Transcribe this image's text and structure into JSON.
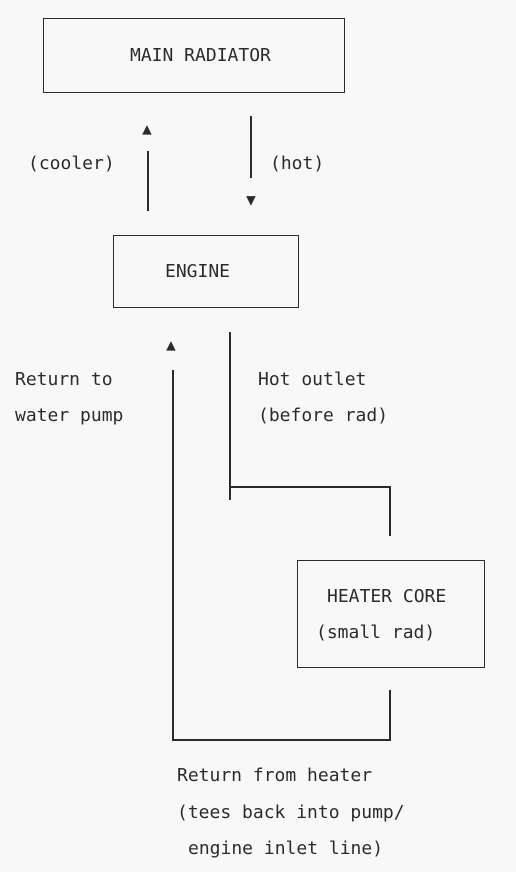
{
  "boxes": {
    "main_radiator": "MAIN RADIATOR",
    "engine": "ENGINE",
    "heater_core_line1": "HEATER CORE",
    "heater_core_line2": "(small rad)"
  },
  "labels": {
    "cooler": "(cooler)",
    "hot": "(hot)",
    "return_to_line1": "Return to",
    "return_to_line2": "water pump",
    "hot_outlet_line1": "Hot outlet",
    "hot_outlet_line2": "(before rad)",
    "return_from_heater_line1": "Return from heater",
    "return_from_heater_line2": "(tees back into pump/",
    "return_from_heater_line3": "engine inlet line)"
  },
  "arrows": {
    "up": "▲",
    "down": "▼"
  }
}
